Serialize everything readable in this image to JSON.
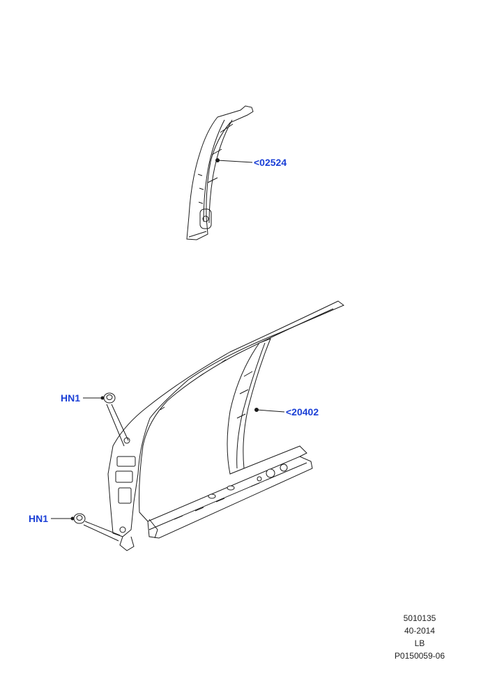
{
  "callouts": {
    "part_02524": "<02524",
    "part_20402": "<20402",
    "hn1_upper": "HN1",
    "hn1_lower": "HN1"
  },
  "reference": {
    "line1": "5010135",
    "line2": "40-2014",
    "line3": "LB",
    "line4": "P0150059-06"
  },
  "colors": {
    "callout_text": "#1a3fd6",
    "line_art": "#1a1a1a"
  }
}
